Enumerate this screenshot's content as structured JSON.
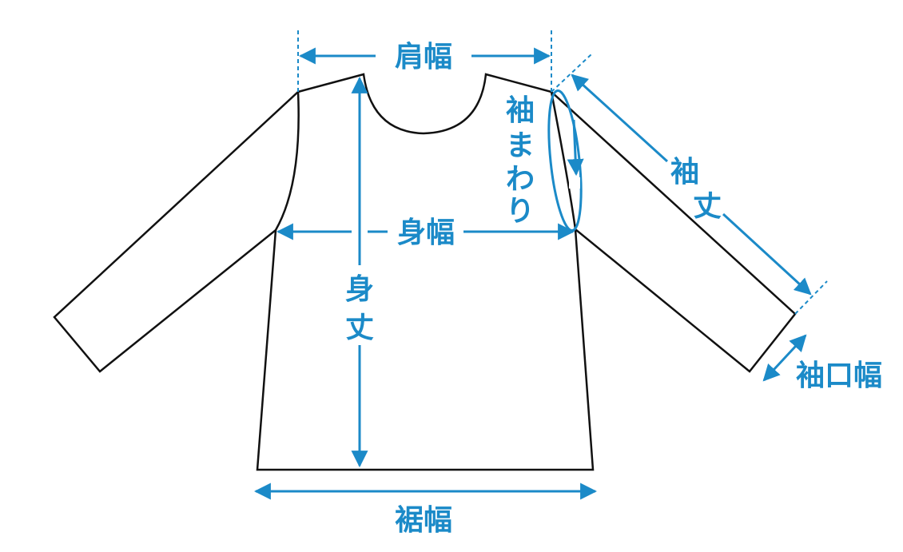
{
  "labels": {
    "shoulder_width": "肩幅",
    "sleeve_circumference": [
      "袖",
      "ま",
      "わ",
      "り"
    ],
    "sleeve_length": [
      "袖",
      "丈"
    ],
    "body_width": "身幅",
    "body_length": [
      "身",
      "丈"
    ],
    "cuff_width": "袖口幅",
    "hem_width": "裾幅"
  },
  "colors": {
    "accent": "#1b8ac8",
    "outline": "#111111"
  }
}
